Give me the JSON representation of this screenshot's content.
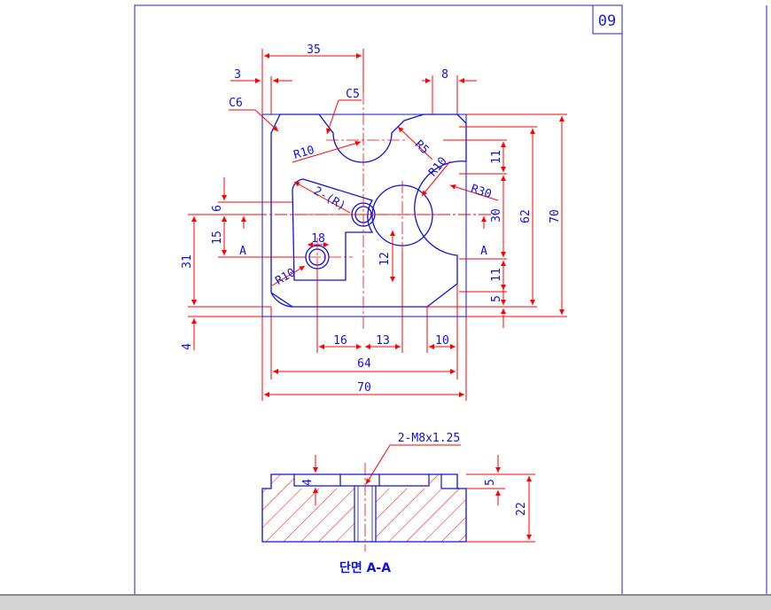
{
  "sheet": {
    "number": "09",
    "colors": {
      "part": "#1010dd",
      "dimension": "#ff0000",
      "frame": "#2020cc",
      "background": "#ffffff"
    }
  },
  "dimensions": {
    "d35": "35",
    "d3": "3",
    "d8": "8",
    "c6": "C6",
    "c5": "C5",
    "r10_top": "R10",
    "r5": "R5",
    "r10_right": "R10",
    "r30": "R30",
    "r_2r": "2-(R)",
    "r10_bottom": "R10",
    "d18": "18",
    "d6": "6",
    "d15": "15",
    "d31": "31",
    "d4": "4",
    "d11_top": "11",
    "d30": "30",
    "d11_bottom": "11",
    "d5": "5",
    "d62": "62",
    "d70_v": "70",
    "d12": "12",
    "d16": "16",
    "d13": "13",
    "d10": "10",
    "d64": "64",
    "d70_h": "70",
    "section_left": "A",
    "section_right": "A"
  },
  "section": {
    "thread_callout": "2-M8x1.25",
    "d4": "4",
    "d5": "5",
    "d22": "22",
    "title": "단면 A-A"
  }
}
